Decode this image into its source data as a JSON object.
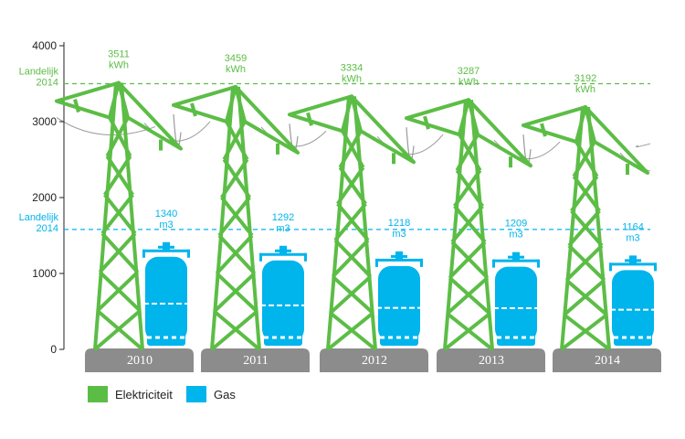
{
  "colors": {
    "electricity": "#5cbd46",
    "gas": "#00b4ec",
    "base": "#8c8c8c",
    "wire": "#9a9a9a",
    "axis": "#222222"
  },
  "chart_data": {
    "type": "bar",
    "categories": [
      "2010",
      "2011",
      "2012",
      "2013",
      "2014"
    ],
    "series": [
      {
        "name": "Elektriciteit",
        "values": [
          3511,
          3459,
          3334,
          3287,
          3192
        ],
        "labels": [
          "3511\nkWh",
          "3459\nkWh",
          "3334\nkWh",
          "3287\nkWh",
          "3192\nkWh"
        ]
      },
      {
        "name": "Gas",
        "values": [
          1340,
          1292,
          1218,
          1209,
          1164
        ],
        "labels": [
          "1340\nm3",
          "1292\nm3",
          "1218\nm3",
          "1209\nm3",
          "1164\nm3"
        ]
      }
    ],
    "yticks": [
      0,
      1000,
      2000,
      3000,
      4000
    ],
    "ylim": [
      0,
      4000
    ],
    "reference_lines": [
      {
        "series": "Elektriciteit",
        "value": 3500,
        "label": "Landelijk\n2014"
      },
      {
        "series": "Gas",
        "value": 1580,
        "label": "Landelijk\n2014"
      }
    ],
    "legend": {
      "position": "bottom-left",
      "items": [
        "Elektriciteit",
        "Gas"
      ]
    }
  }
}
